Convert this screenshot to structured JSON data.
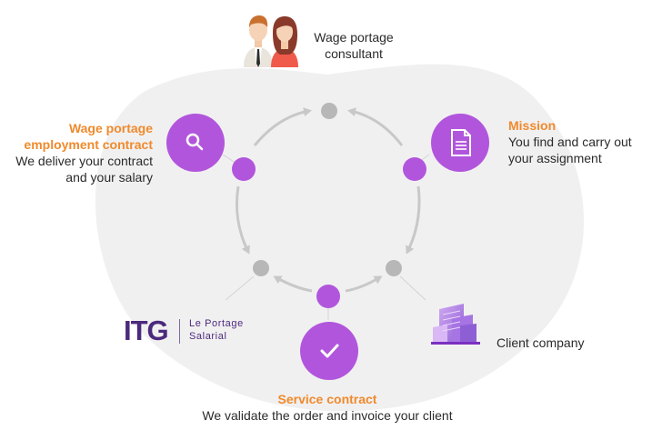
{
  "top_node": {
    "text": "Wage portage consultant",
    "icon": "consultant-couple-icon"
  },
  "employment_contract": {
    "title": "Wage portage employment contract",
    "description": "We deliver your contract and your salary",
    "icon": "search-icon"
  },
  "mission": {
    "title": "Mission",
    "description": "You find and carry out your assignment",
    "icon": "document-icon"
  },
  "service_contract": {
    "title": "Service contract",
    "description": "We validate the order and invoice your client",
    "icon": "checkmark-icon"
  },
  "client": {
    "text": "Client company",
    "icon": "office-building-icon"
  },
  "logo": {
    "mark": "ITG",
    "line1": "Le Portage",
    "line2": "Salarial"
  },
  "colors": {
    "purple": "#b156dc",
    "orange": "#f08a2c",
    "node_grey": "#b7b7b7",
    "blob": "#f1f0f1",
    "arrow": "#c8c8c8"
  }
}
